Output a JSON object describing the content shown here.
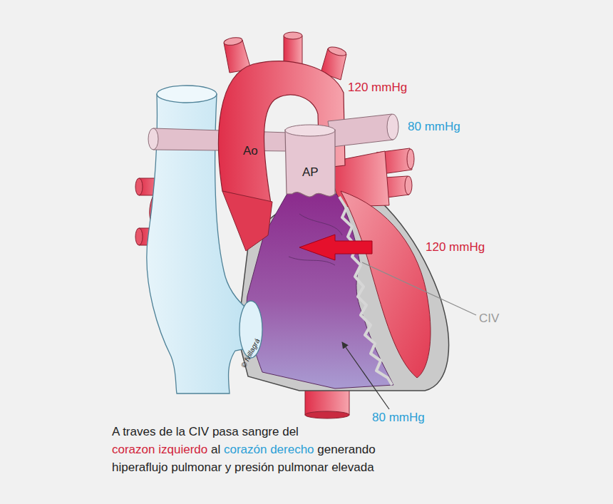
{
  "diagram": {
    "caption": "A traves de la CIV pasa sangre del corazon izquierdo al corazón derecho generando hiperaflujo pulmonar y presión pulmonar elevada",
    "labels": [
      "120 mmHg",
      "Ao",
      "80 mmHg",
      "AP",
      "120 mmHg",
      "CIV",
      "© fvillagrá",
      "80 mmHg"
    ]
  }
}
